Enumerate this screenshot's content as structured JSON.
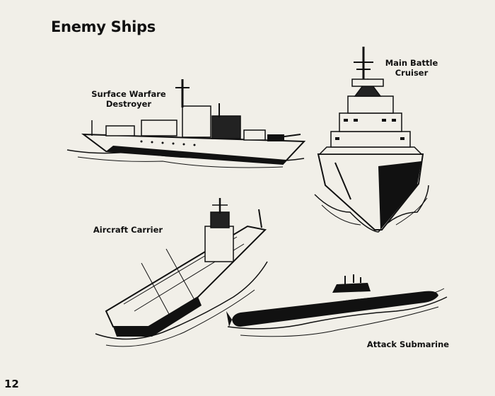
{
  "page": {
    "title": "Enemy Ships",
    "page_number": "12"
  },
  "ships": {
    "destroyer": {
      "label_line1": "Surface Warfare",
      "label_line2": "Destroyer",
      "icon": "destroyer-illustration"
    },
    "cruiser": {
      "label_line1": "Main Battle",
      "label_line2": "Cruiser",
      "icon": "battle-cruiser-illustration"
    },
    "carrier": {
      "label": "Aircraft Carrier",
      "icon": "aircraft-carrier-illustration"
    },
    "submarine": {
      "label": "Attack Submarine",
      "icon": "submarine-illustration"
    }
  },
  "colors": {
    "paper": "#f1efe8",
    "ink": "#111111"
  }
}
